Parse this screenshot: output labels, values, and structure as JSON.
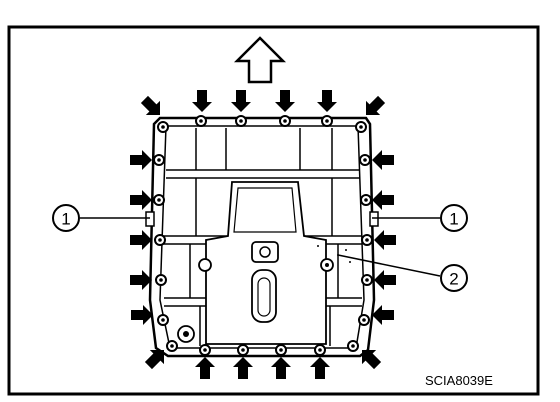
{
  "figure": {
    "code": "SCIA8039E",
    "front_arrow_icon": "hollow-up-arrow-icon",
    "bolt_arrow_icon": "solid-arrow-icon",
    "callouts": [
      {
        "id": "callout-1-left",
        "label": "1"
      },
      {
        "id": "callout-1-right",
        "label": "1"
      },
      {
        "id": "callout-2",
        "label": "2"
      }
    ]
  },
  "colors": {
    "ink": "#000000",
    "paper": "#ffffff"
  }
}
